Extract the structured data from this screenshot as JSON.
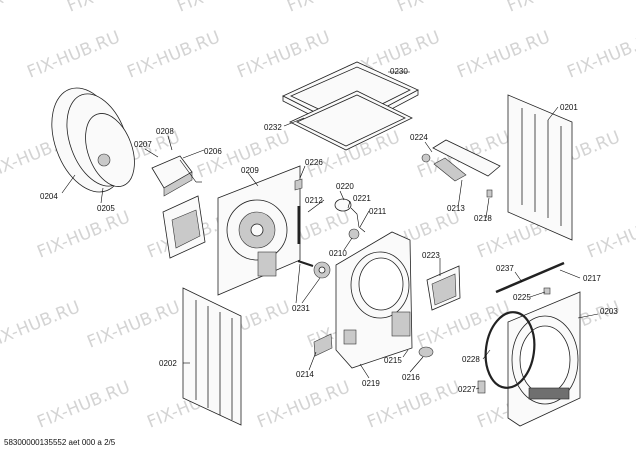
{
  "watermark": "FIX-HUB.RU",
  "document_id": "58300000135552 aet 000 a 2/5",
  "parts": [
    {
      "key": "p0230",
      "label": "0230"
    },
    {
      "key": "p0232",
      "label": "0232"
    },
    {
      "key": "p0201",
      "label": "0201"
    },
    {
      "key": "p0208",
      "label": "0208"
    },
    {
      "key": "p0207",
      "label": "0207"
    },
    {
      "key": "p0206",
      "label": "0206"
    },
    {
      "key": "p0204",
      "label": "0204"
    },
    {
      "key": "p0205",
      "label": "0205"
    },
    {
      "key": "p0209",
      "label": "0209"
    },
    {
      "key": "p0226",
      "label": "0226"
    },
    {
      "key": "p0224",
      "label": "0224"
    },
    {
      "key": "p0220",
      "label": "0220"
    },
    {
      "key": "p0212",
      "label": "0212"
    },
    {
      "key": "p0221",
      "label": "0221"
    },
    {
      "key": "p0211",
      "label": "0211"
    },
    {
      "key": "p0213",
      "label": "0213"
    },
    {
      "key": "p0218",
      "label": "0218"
    },
    {
      "key": "p0210",
      "label": "0210"
    },
    {
      "key": "p0223",
      "label": "0223"
    },
    {
      "key": "p0237",
      "label": "0237"
    },
    {
      "key": "p0217",
      "label": "0217"
    },
    {
      "key": "p0225",
      "label": "0225"
    },
    {
      "key": "p0231",
      "label": "0231"
    },
    {
      "key": "p0203",
      "label": "0203"
    },
    {
      "key": "p0202",
      "label": "0202"
    },
    {
      "key": "p0228",
      "label": "0228"
    },
    {
      "key": "p0215",
      "label": "0215"
    },
    {
      "key": "p0214",
      "label": "0214"
    },
    {
      "key": "p0219",
      "label": "0219"
    },
    {
      "key": "p0216",
      "label": "0216"
    },
    {
      "key": "p0227",
      "label": "0227"
    }
  ]
}
